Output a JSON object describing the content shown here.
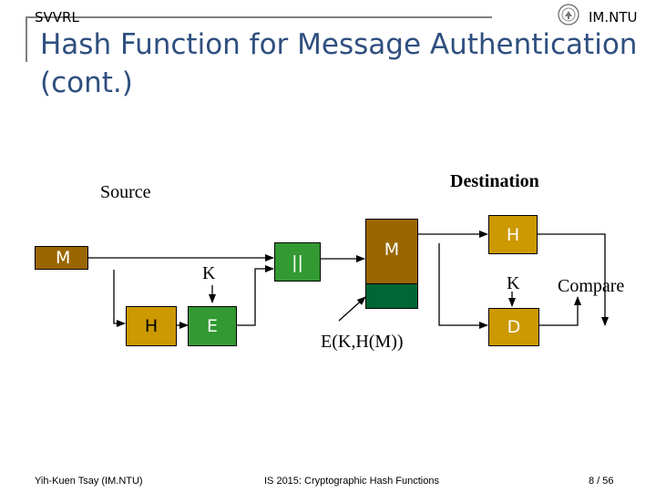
{
  "header": {
    "left": "SVVRL",
    "right": "IM.NTU",
    "logo_icon": "university-seal-icon"
  },
  "slide": {
    "title": "Hash Function for Message Authentication (cont.)"
  },
  "diagram": {
    "source_label": "Source",
    "destination_label": "Destination",
    "m_left": "M",
    "h_left": "H",
    "k_left": "K",
    "e_box": "E",
    "concat": "||",
    "m_right": "M",
    "ekhm": "E(K,H(M))",
    "h_right": "H",
    "k_right": "K",
    "d_box": "D",
    "compare": "Compare",
    "colors": {
      "brown": "#996600",
      "dark_green": "#006633",
      "green": "#339933",
      "gold": "#cc9900",
      "title": "#2f4f7f"
    }
  },
  "footer": {
    "author": "Yih-Kuen Tsay (IM.NTU)",
    "course": "IS 2015: Cryptographic Hash Functions",
    "page": "8 / 56"
  }
}
